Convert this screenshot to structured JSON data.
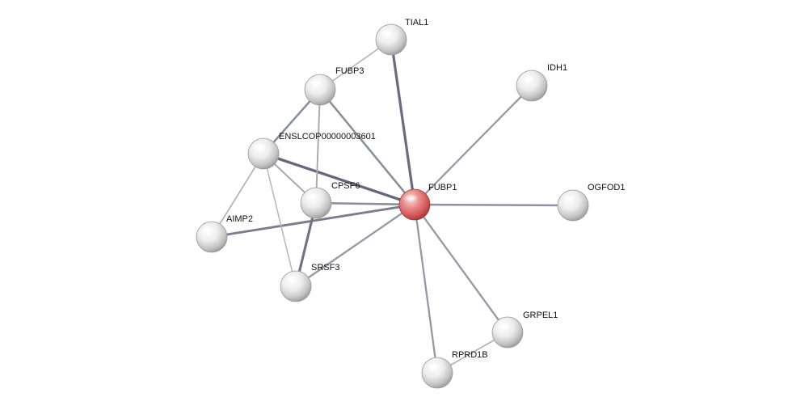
{
  "network": {
    "query_node": "FUBP1",
    "nodes": [
      {
        "id": "FUBP1",
        "label": "FUBP1",
        "query": true
      },
      {
        "id": "TIAL1",
        "label": "TIAL1",
        "query": false
      },
      {
        "id": "FUBP3",
        "label": "FUBP3",
        "query": false
      },
      {
        "id": "IDH1",
        "label": "IDH1",
        "query": false
      },
      {
        "id": "ENSLCOP00000003601",
        "label": "ENSLCOP00000003601",
        "query": false
      },
      {
        "id": "CPSF6",
        "label": "CPSF6",
        "query": false
      },
      {
        "id": "OGFOD1",
        "label": "OGFOD1",
        "query": false
      },
      {
        "id": "AIMP2",
        "label": "AIMP2",
        "query": false
      },
      {
        "id": "SRSF3",
        "label": "SRSF3",
        "query": false
      },
      {
        "id": "GRPEL1",
        "label": "GRPEL1",
        "query": false
      },
      {
        "id": "RPRD1B",
        "label": "RPRD1B",
        "query": false
      }
    ],
    "edges": [
      {
        "source": "FUBP1",
        "target": "TIAL1",
        "confidence": 0.85
      },
      {
        "source": "FUBP1",
        "target": "FUBP3",
        "confidence": 0.55
      },
      {
        "source": "FUBP1",
        "target": "IDH1",
        "confidence": 0.45
      },
      {
        "source": "FUBP1",
        "target": "ENSLCOP00000003601",
        "confidence": 0.9
      },
      {
        "source": "FUBP1",
        "target": "CPSF6",
        "confidence": 0.55
      },
      {
        "source": "FUBP1",
        "target": "OGFOD1",
        "confidence": 0.5
      },
      {
        "source": "FUBP1",
        "target": "AIMP2",
        "confidence": 0.7
      },
      {
        "source": "FUBP1",
        "target": "SRSF3",
        "confidence": 0.45
      },
      {
        "source": "FUBP1",
        "target": "GRPEL1",
        "confidence": 0.45
      },
      {
        "source": "FUBP1",
        "target": "RPRD1B",
        "confidence": 0.45
      },
      {
        "source": "TIAL1",
        "target": "FUBP3",
        "confidence": 0.2
      },
      {
        "source": "FUBP3",
        "target": "ENSLCOP00000003601",
        "confidence": 0.55
      },
      {
        "source": "FUBP3",
        "target": "CPSF6",
        "confidence": 0.3
      },
      {
        "source": "ENSLCOP00000003601",
        "target": "CPSF6",
        "confidence": 0.3
      },
      {
        "source": "ENSLCOP00000003601",
        "target": "AIMP2",
        "confidence": 0.2
      },
      {
        "source": "ENSLCOP00000003601",
        "target": "SRSF3",
        "confidence": 0.15
      },
      {
        "source": "CPSF6",
        "target": "SRSF3",
        "confidence": 0.8
      },
      {
        "source": "GRPEL1",
        "target": "RPRD1B",
        "confidence": 0.2
      }
    ]
  },
  "colors": {
    "query_node": "#d9534f",
    "node": "#d8d8d8",
    "edge_low": "#c7c7cf",
    "edge_high": "#5a5d73"
  }
}
